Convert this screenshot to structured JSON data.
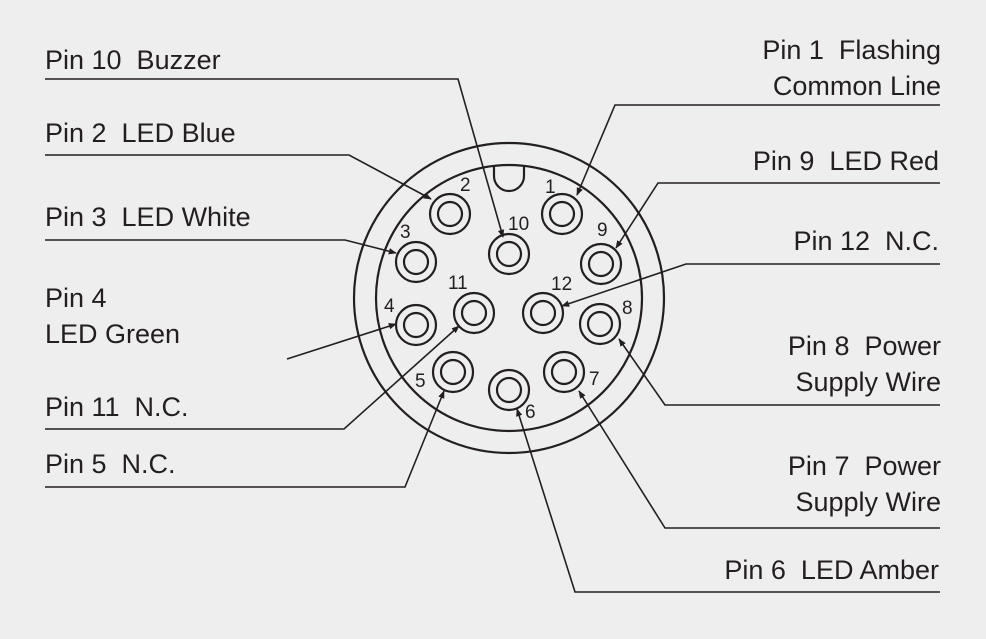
{
  "labels": {
    "pin10": "Pin 10  Buzzer",
    "pin2": "Pin 2  LED Blue",
    "pin3": "Pin 3  LED White",
    "pin4_line1": "Pin 4",
    "pin4_line2": "LED Green",
    "pin11": "Pin 11  N.C.",
    "pin5": "Pin 5  N.C.",
    "pin1_line1": "Pin 1  Flashing",
    "pin1_line2": "Common Line",
    "pin9": "Pin 9  LED Red",
    "pin12": "Pin 12  N.C.",
    "pin8_line1": "Pin 8  Power",
    "pin8_line2": "Supply Wire",
    "pin7_line1": "Pin 7  Power",
    "pin7_line2": "Supply Wire",
    "pin6": "Pin 6  LED Amber"
  },
  "pin_numbers": [
    "1",
    "2",
    "3",
    "4",
    "5",
    "6",
    "7",
    "8",
    "9",
    "10",
    "11",
    "12"
  ],
  "colors": {
    "background": "#eeeeee",
    "ink": "#231f20"
  }
}
